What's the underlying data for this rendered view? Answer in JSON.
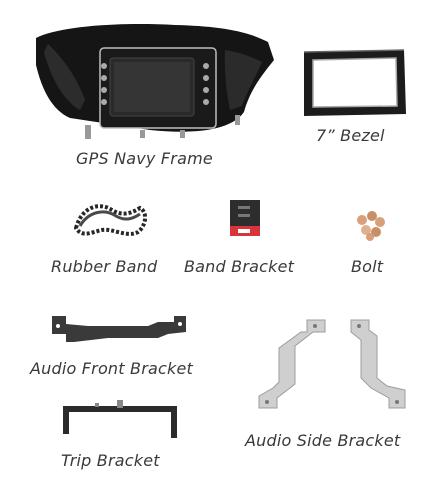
{
  "parts": {
    "gps_frame": {
      "label": "GPS Navy Frame"
    },
    "bezel": {
      "label": "7” Bezel"
    },
    "rubber_band": {
      "label": "Rubber Band"
    },
    "band_bracket": {
      "label": "Band Bracket"
    },
    "bolt": {
      "label": "Bolt"
    },
    "audio_front_bracket": {
      "label": "Audio Front Bracket"
    },
    "trip_bracket": {
      "label": "Trip Bracket"
    },
    "audio_side_bracket": {
      "label": "Audio Side Bracket"
    }
  },
  "colors": {
    "frame": "#111111",
    "screen": "#2a2a2a",
    "chrome": "#b9b9b9",
    "metal": "#c8c8c8",
    "bracket_dark": "#3c3c3c",
    "bracket_red": "#d8343b",
    "bolt": "#d7a07a",
    "label_text": "#3a3a3a"
  }
}
